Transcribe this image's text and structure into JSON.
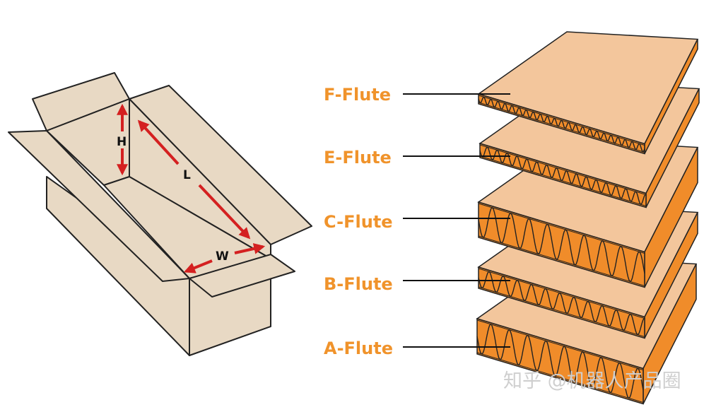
{
  "colors": {
    "background": "#ffffff",
    "box_fill": "#e8d9c4",
    "box_stroke": "#222222",
    "dimension_arrow": "#d42020",
    "board_face": "#f3c69c",
    "board_side": "#f08c2a",
    "label_orange": "#f0932b"
  },
  "box": {
    "dimension_labels": {
      "height": "H",
      "length": "L",
      "width": "W"
    }
  },
  "flutes": [
    {
      "name": "F-Flute"
    },
    {
      "name": "E-Flute"
    },
    {
      "name": "C-Flute"
    },
    {
      "name": "B-Flute"
    },
    {
      "name": "A-Flute"
    }
  ],
  "watermark": "知乎 @机器人产品圈"
}
